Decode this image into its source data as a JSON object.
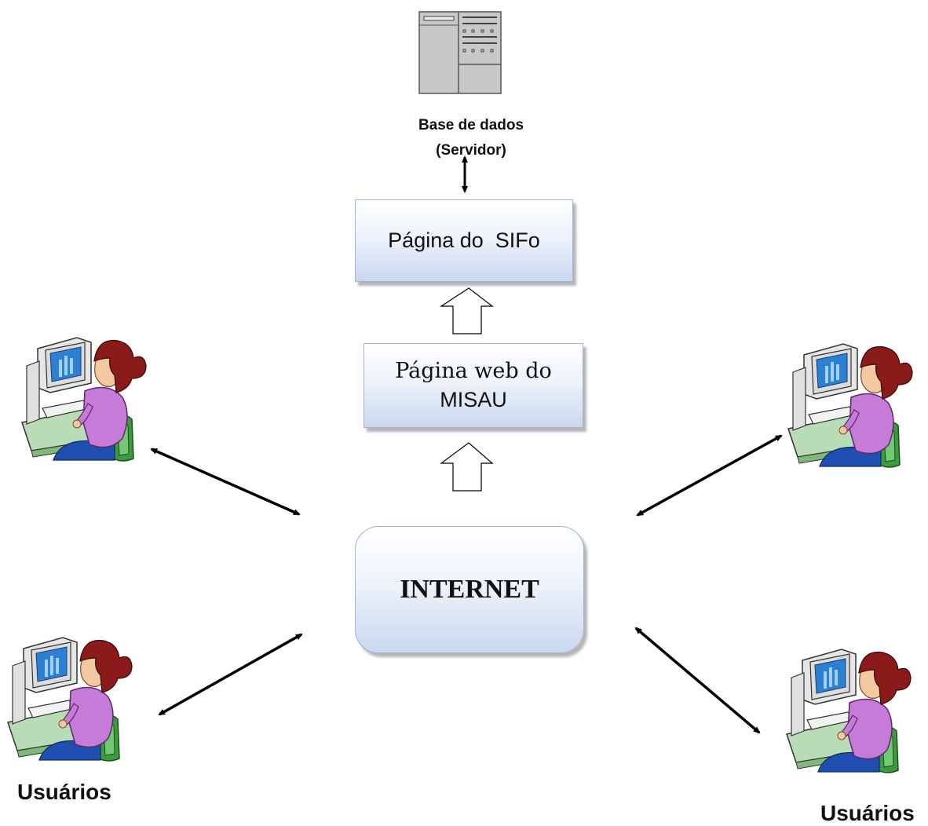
{
  "server": {
    "label_line1": "Base de dados",
    "label_line2": "(Servidor)"
  },
  "boxes": {
    "sifo": "Página do  SIFo",
    "misau_line1": "Página web do",
    "misau_line2": "MISAU",
    "internet": "INTERNET"
  },
  "users": {
    "left_label": "Usuários",
    "right_label": "Usuários"
  },
  "colors": {
    "box_gradient_top": "#ffffff",
    "box_gradient_bottom": "#c9d8ee",
    "box_border": "#9fb4d6",
    "arrow": "#000000",
    "person_hair": "#8b1a1a",
    "person_shirt": "#c77bd9",
    "chair": "#3d9a3d",
    "monitor_screen": "#2c7fd1"
  }
}
